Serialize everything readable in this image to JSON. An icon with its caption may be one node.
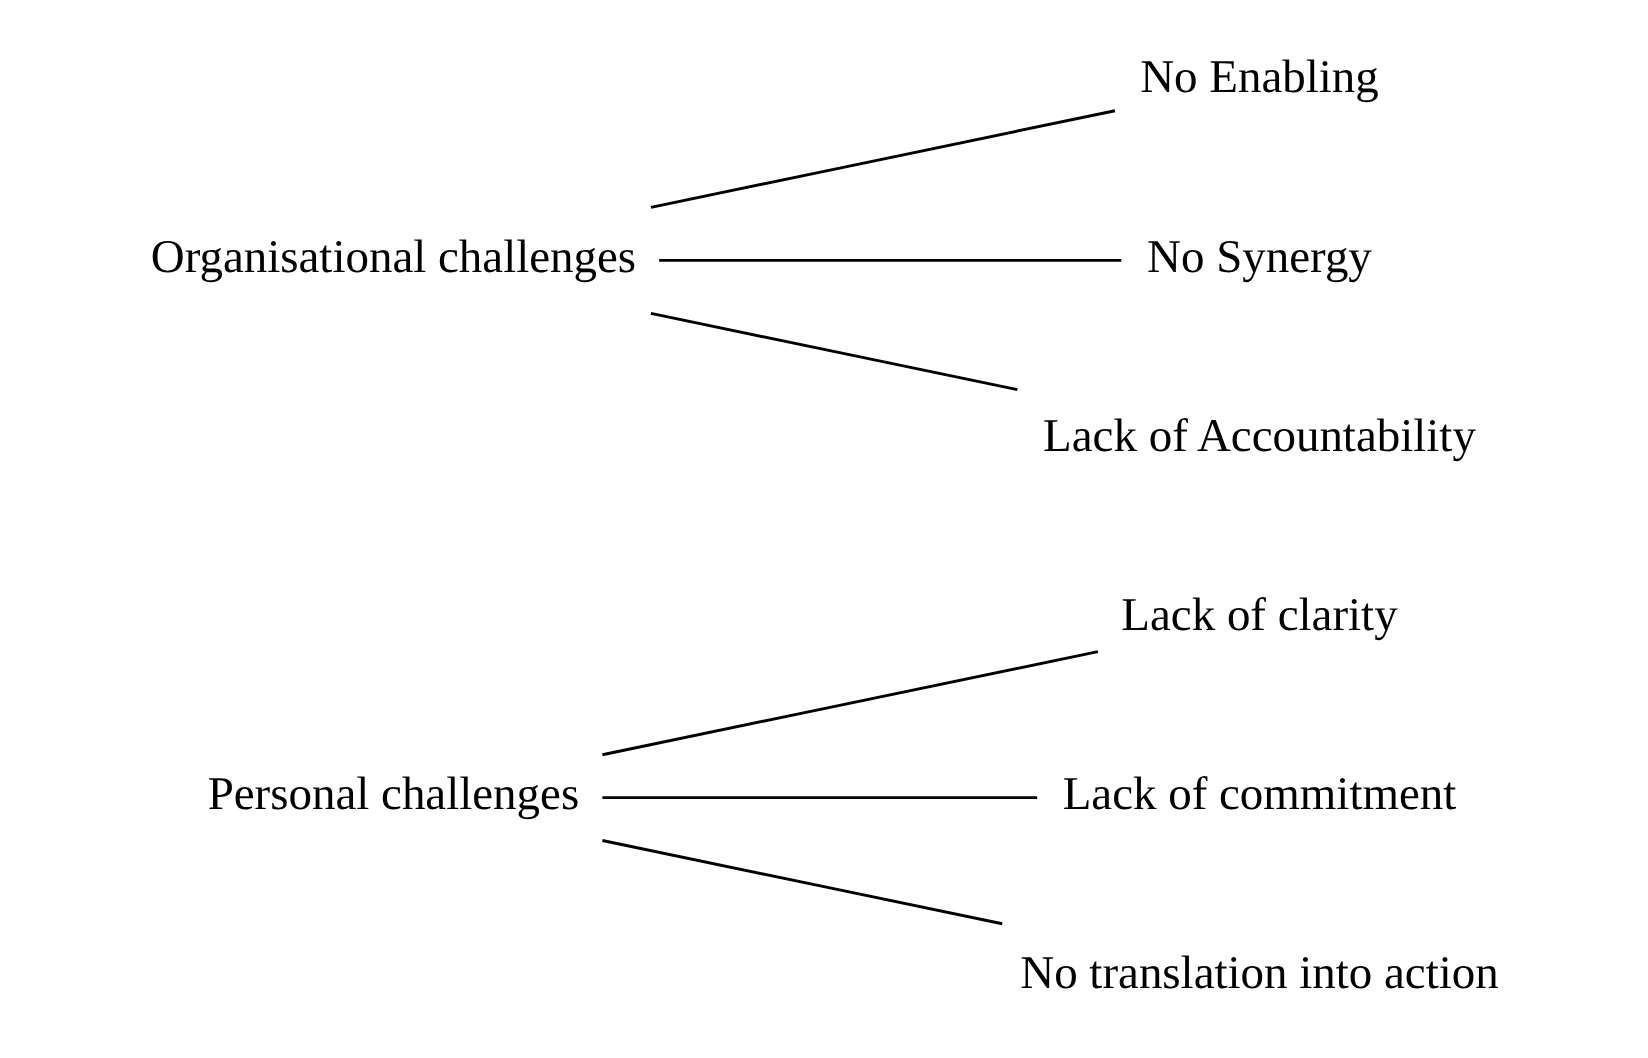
{
  "diagram": {
    "nodes": [
      {
        "text": [
          "Personal challenges"
        ]
      },
      {
        "text": [
          "Lack of clarity"
        ]
      },
      {
        "text": [
          "Lack of commitment"
        ]
      },
      {
        "text": [
          "No translation into action"
        ]
      },
      {
        "text": [
          "Organisational challenges"
        ]
      },
      {
        "text": [
          "No Enabling"
        ]
      },
      {
        "text": [
          "No Synergy"
        ]
      },
      {
        "text": [
          "Lack of Accountability"
        ]
      }
    ],
    "edges": [
      {
        "from": 0,
        "to": 1,
        "arrow": "none"
      },
      {
        "from": 0,
        "to": 2,
        "arrow": "none"
      },
      {
        "from": 0,
        "to": 3,
        "arrow": "none"
      },
      {
        "from": 4,
        "to": 5,
        "arrow": "none"
      },
      {
        "from": 4,
        "to": 6,
        "arrow": "none"
      },
      {
        "from": 4,
        "to": 7,
        "arrow": "none"
      }
    ]
  }
}
